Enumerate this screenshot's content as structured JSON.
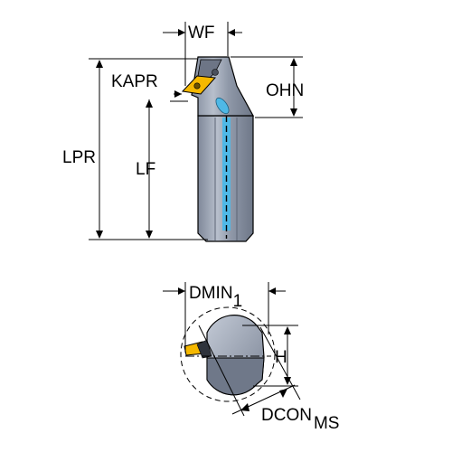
{
  "labels": {
    "wf": "WF",
    "kapr": "KAPR",
    "ohn": "OHN",
    "lpr": "LPR",
    "lf": "LF",
    "dmin_main": "DMIN",
    "dmin_sub": "1",
    "h": "H",
    "dcon_main": "DCON",
    "dcon_sub": "MS"
  },
  "colors": {
    "body_fill": "#8d96a6",
    "body_light": "#b3bbc8",
    "coolant": "#4fb8e6",
    "insert": "#f5b800",
    "line": "#000000"
  }
}
